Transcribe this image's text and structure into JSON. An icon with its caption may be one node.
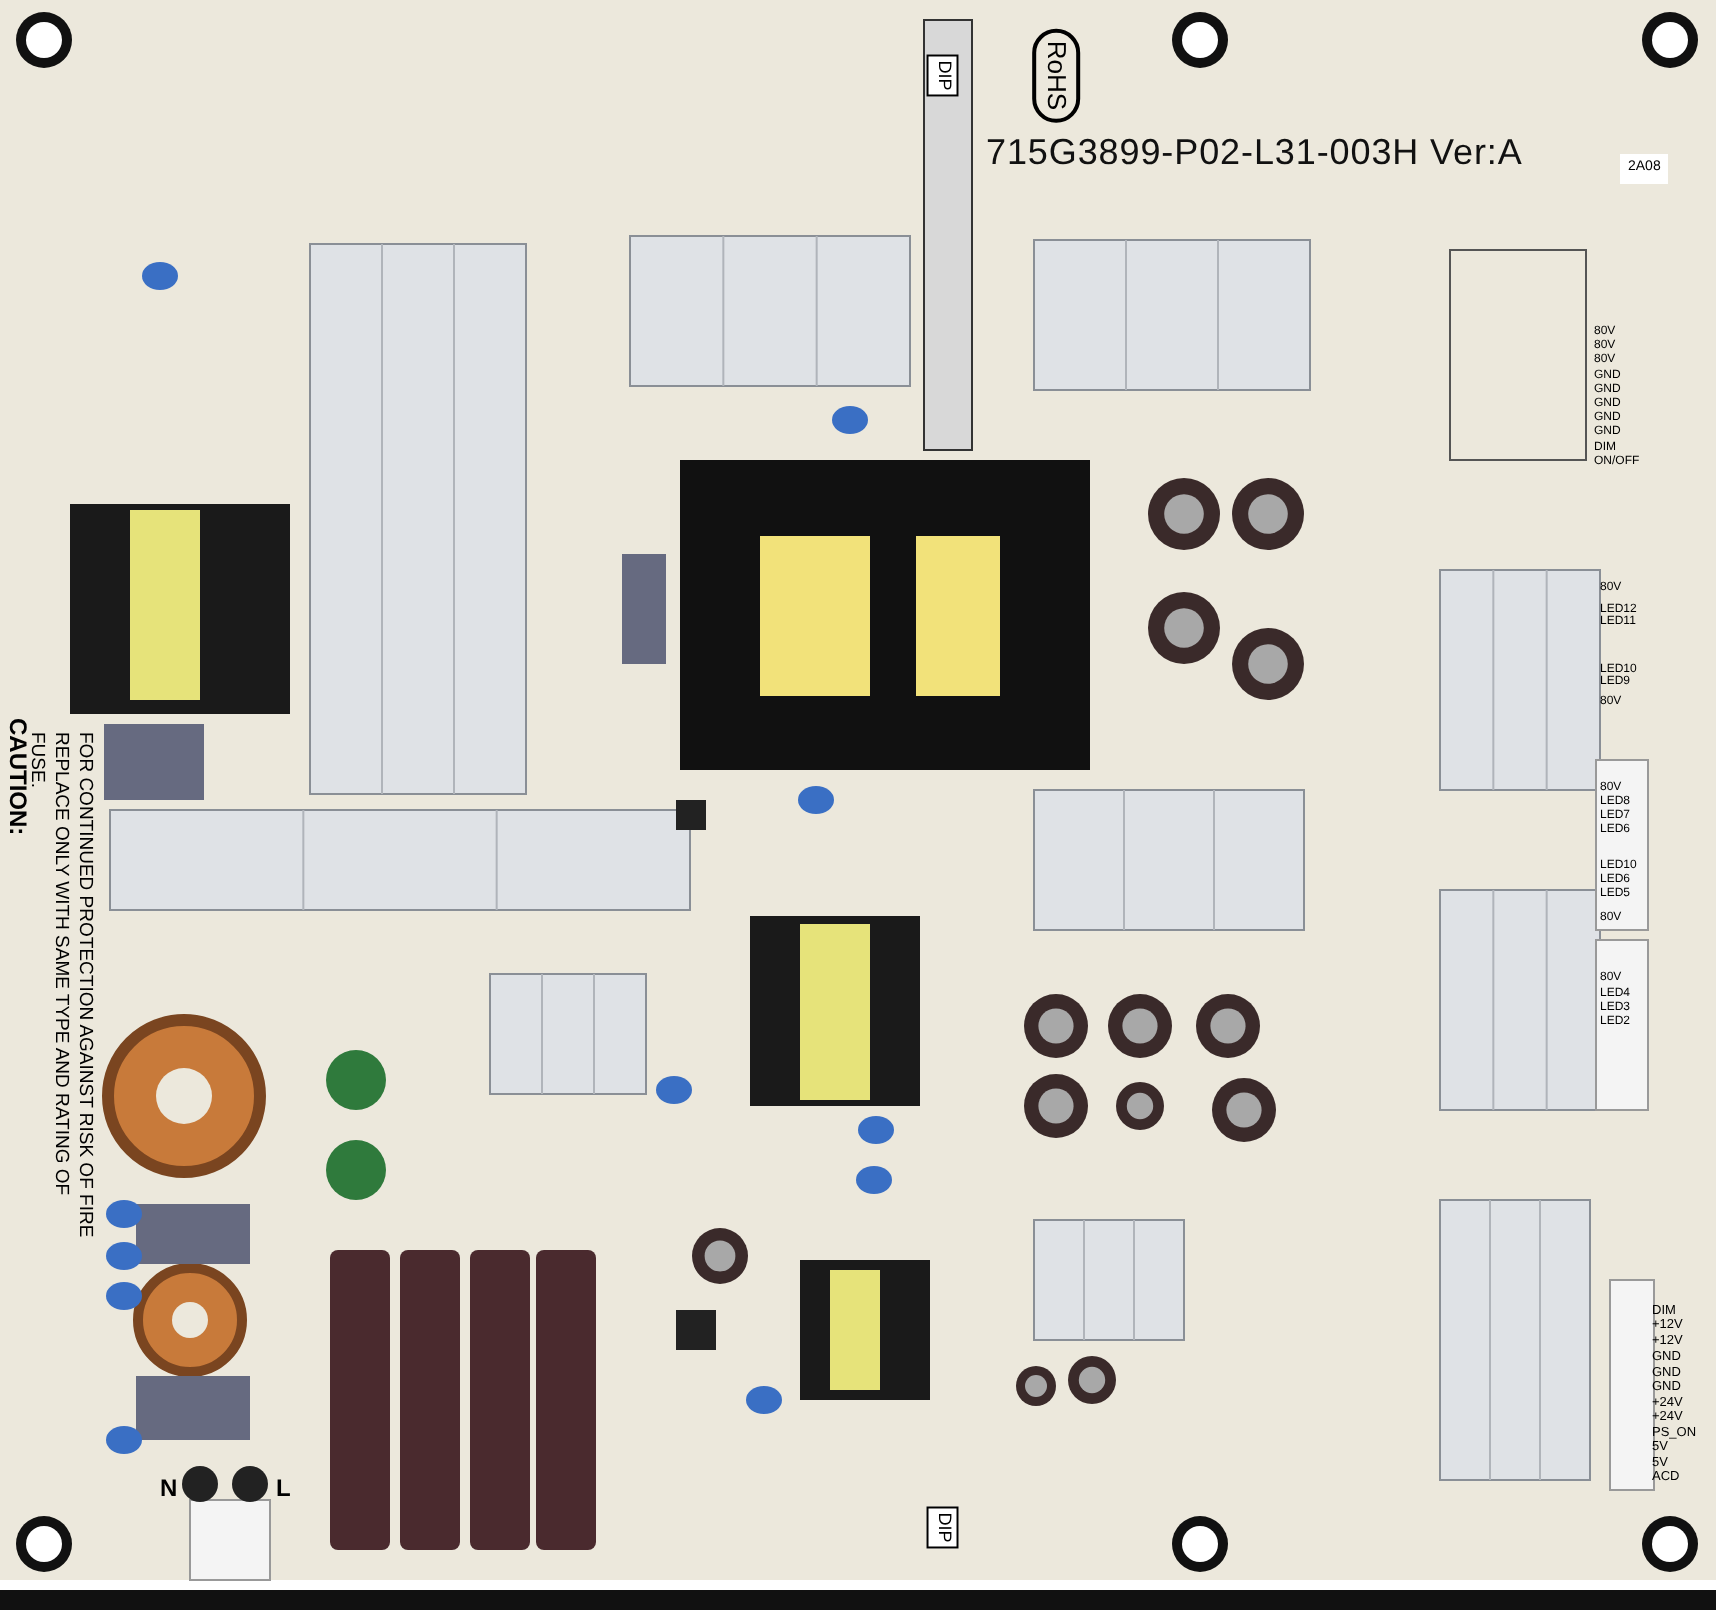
{
  "diagram": {
    "labels": [
      "RoHS",
      "715G3899-P02-L31-003H Ver:A",
      "2A08",
      "DIP",
      "80V",
      "80V",
      "80V",
      "GND",
      "GND",
      "GND",
      "GND",
      "GND",
      "DIM",
      "ON/OFF",
      "80V",
      "LED12",
      "LED11",
      "LED10",
      "LED9",
      "80V",
      "80V",
      "LED8",
      "LED7",
      "LED6",
      "LED10",
      "LED6",
      "LED5",
      "80V",
      "80V",
      "LED4",
      "LED3",
      "LED2",
      "CAUTION:",
      "FOR CONTINUED PROTECTION AGAINST RISK OF FIRE REPLACE ONLY WITH SAME TYPE AND RATING OF FUSE.",
      "DIM",
      "+12V",
      "+12V",
      "GND",
      "GND",
      "GND",
      "+24V",
      "+24V",
      "PS_ON",
      "5V",
      "5V",
      "ACD",
      "N",
      "L",
      "DIP"
    ]
  }
}
